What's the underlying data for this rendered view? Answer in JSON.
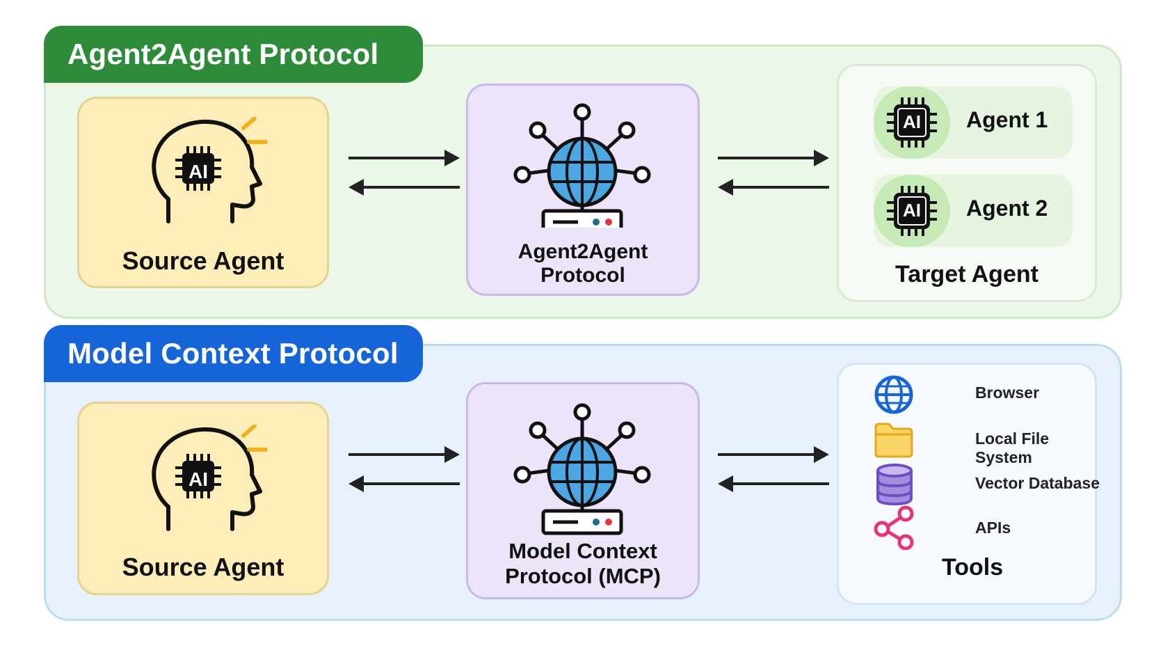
{
  "a2a": {
    "title": "Agent2Agent Protocol",
    "source_label": "Source Agent",
    "protocol_label_line1": "Agent2Agent",
    "protocol_label_line2": "Protocol",
    "target_title": "Target Agent",
    "agents": [
      {
        "label": "Agent 1",
        "chip": "AI"
      },
      {
        "label": "Agent 2",
        "chip": "AI"
      }
    ],
    "source_chip": "AI"
  },
  "mcp": {
    "title": "Model Context Protocol",
    "source_label": "Source Agent",
    "protocol_label_line1": "Model Context",
    "protocol_label_line2": "Protocol (MCP)",
    "tools_title": "Tools",
    "tools": [
      {
        "label": "Browser",
        "icon": "globe-icon"
      },
      {
        "label": "Local File System",
        "icon": "folder-icon"
      },
      {
        "label": "Vector Database",
        "icon": "database-icon"
      },
      {
        "label": "APIs",
        "icon": "share-icon"
      }
    ],
    "source_chip": "AI"
  },
  "colors": {
    "a2a_accent": "#2e8b3a",
    "mcp_accent": "#1565d8",
    "source_card": "#fdeeb9",
    "protocol_card": "#ece4f9",
    "globe": "#4aa7e4",
    "spark": "#f2b21b"
  }
}
